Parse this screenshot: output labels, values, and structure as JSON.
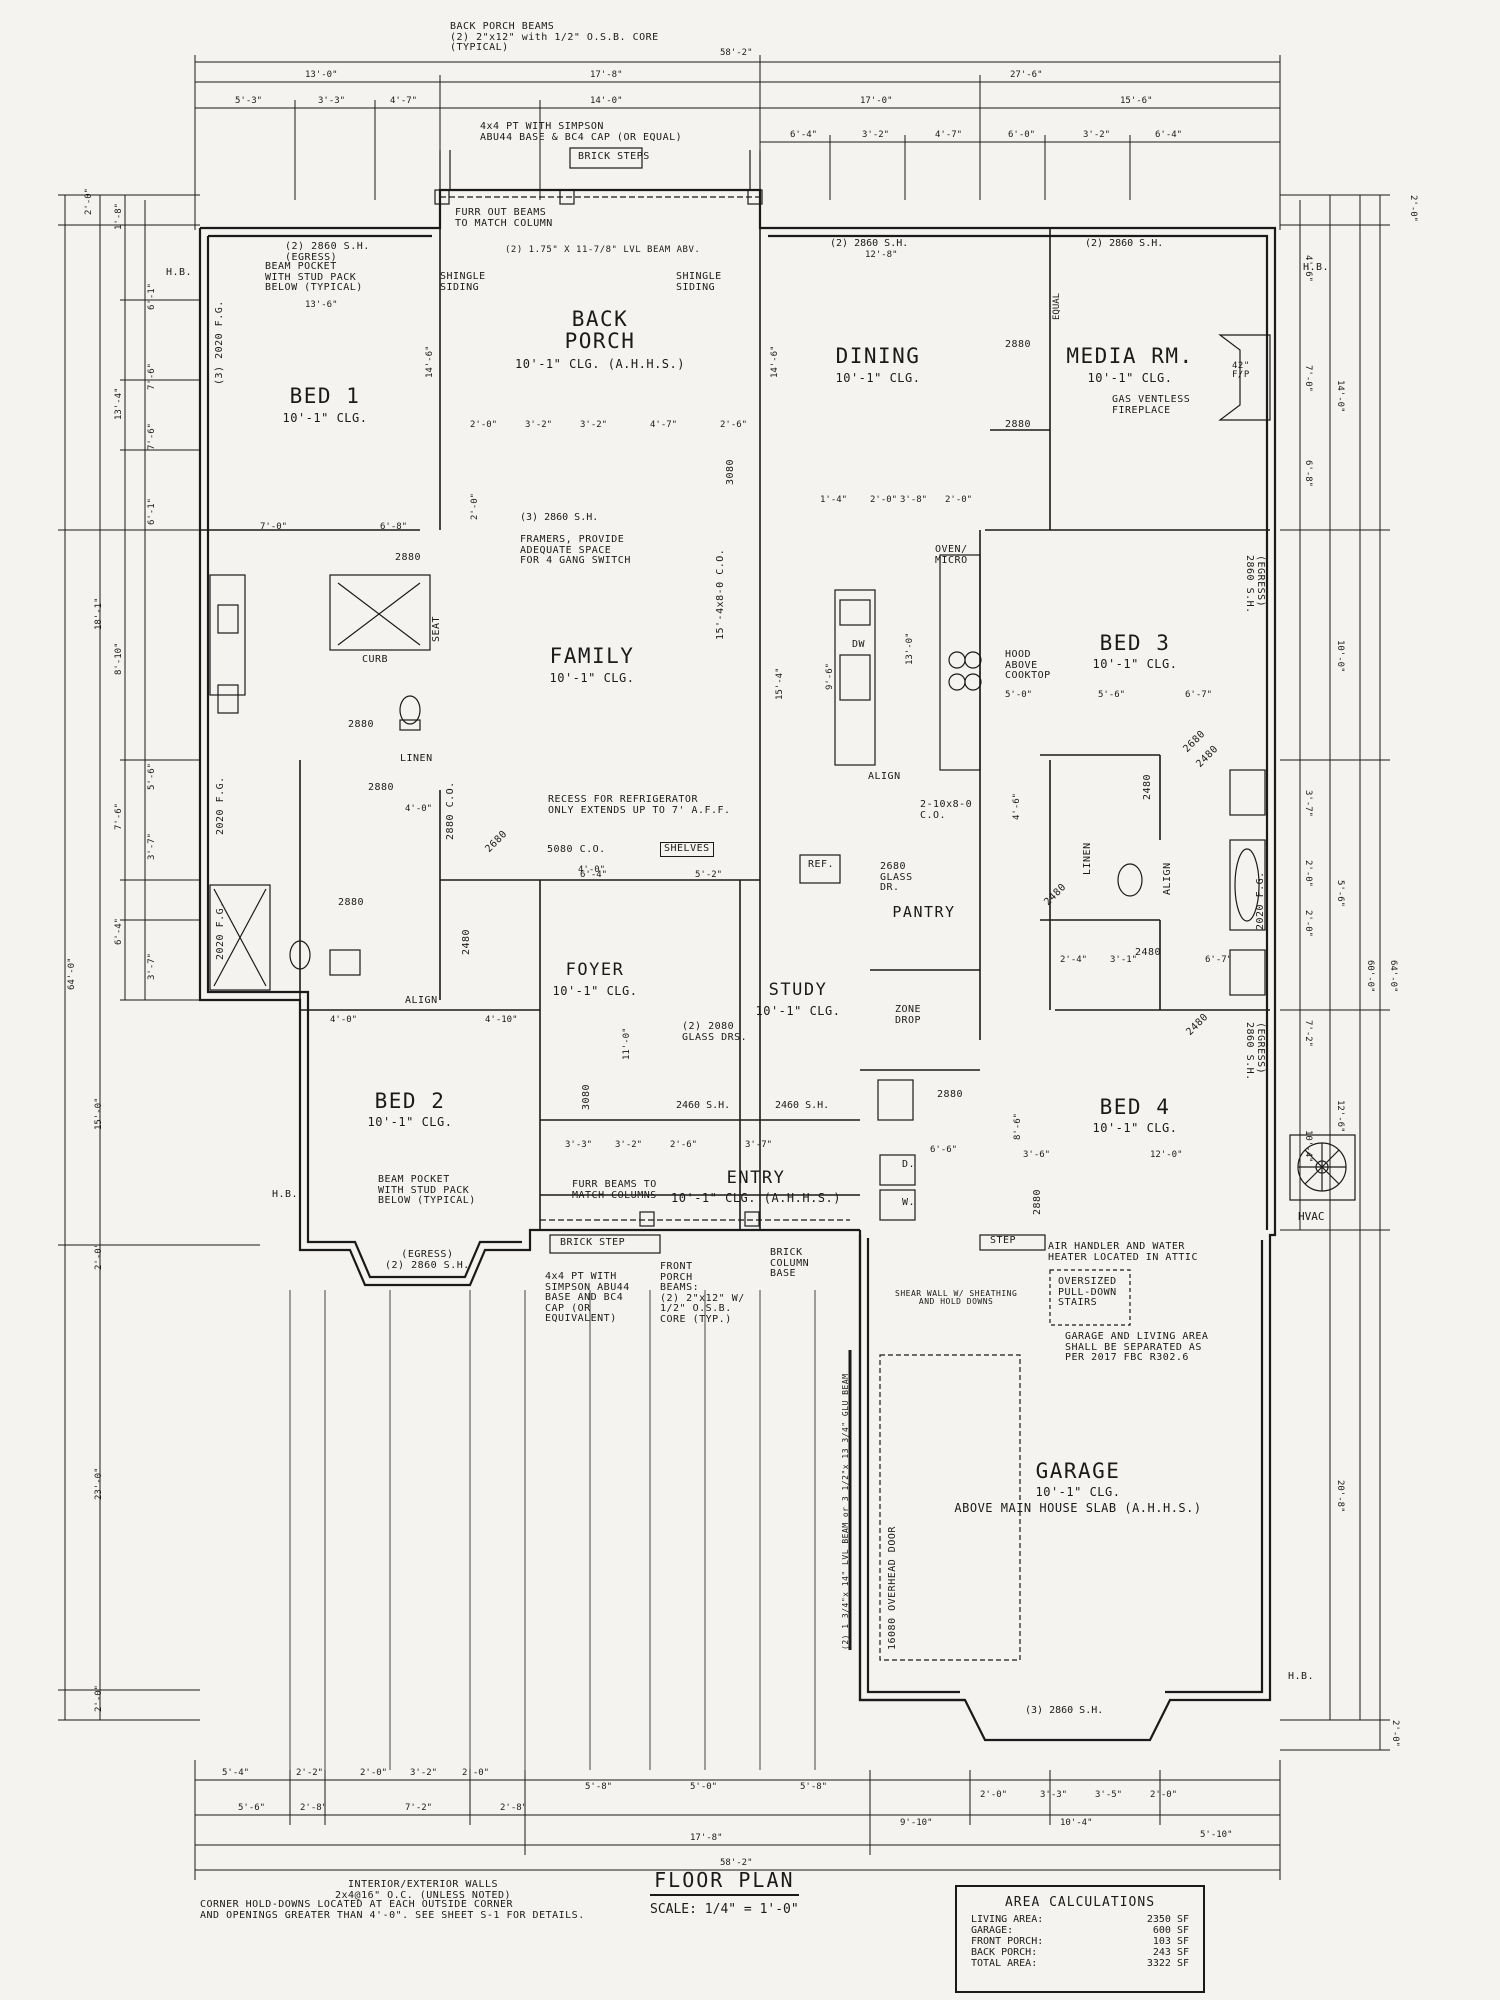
{
  "rooms": {
    "back_porch": {
      "name1": "BACK",
      "name2": "PORCH",
      "sub": "10'-1\" CLG. (A.H.H.S.)"
    },
    "bed1": {
      "name": "BED 1",
      "sub": "10'-1\" CLG."
    },
    "dining": {
      "name": "DINING",
      "sub": "10'-1\" CLG."
    },
    "media": {
      "name": "MEDIA RM.",
      "sub": "10'-1\" CLG."
    },
    "family": {
      "name": "FAMILY",
      "sub": "10'-1\" CLG."
    },
    "bed3": {
      "name": "BED 3",
      "sub": "10'-1\" CLG."
    },
    "foyer": {
      "name": "FOYER",
      "sub": "10'-1\" CLG."
    },
    "study": {
      "name": "STUDY",
      "sub": "10'-1\" CLG."
    },
    "pantry": {
      "name": "PANTRY"
    },
    "bed2": {
      "name": "BED 2",
      "sub": "10'-1\" CLG."
    },
    "entry": {
      "name": "ENTRY",
      "sub": "10'-1\" CLG. (A.H.H.S.)"
    },
    "bed4": {
      "name": "BED 4",
      "sub": "10'-1\" CLG."
    },
    "garage": {
      "name": "GARAGE",
      "sub1": "10'-1\" CLG.",
      "sub2": "ABOVE MAIN HOUSE SLAB (A.H.H.S.)"
    }
  },
  "notes": {
    "back_porch_beams": "BACK PORCH BEAMS\n(2) 2\"x12\" with 1/2\" O.S.B. CORE\n(TYPICAL)",
    "simpson_top": "4x4 PT WITH SIMPSON\nABU44 BASE & BC4 CAP (OR EQUAL)",
    "brick_steps": "BRICK STEPS",
    "furr_out": "FURR OUT BEAMS\nTO MATCH COLUMN",
    "lvl_beam": "(2) 1.75\" X 11-7/8\" LVL BEAM ABV.",
    "shingle_left": "SHINGLE\nSIDING",
    "shingle_right": "SHINGLE\nSIDING",
    "beam_pocket_top": "BEAM POCKET\nWITH STUD PACK\nBELOW (TYPICAL)",
    "egress_bed1": "(2) 2860 S.H.\n(EGRESS)",
    "framers": "FRAMERS, PROVIDE\nADEQUATE SPACE\nFOR 4 GANG SWITCH",
    "gas_fireplace": "GAS VENTLESS\nFIREPLACE",
    "hood": "HOOD\nABOVE\nCOOKTOP",
    "oven": "OVEN/\nMICRO",
    "recess_fridge": "RECESS FOR REFRIGERATOR\nONLY EXTENDS UP TO 7' A.F.F.",
    "shelves": "SHELVES",
    "ref": "REF.",
    "glass_dr": "2680\nGLASS\nDR.",
    "zone_drop": "ZONE\nDROP",
    "glass_drs": "(2) 2080\nGLASS DRS.",
    "beam_pocket_bed2": "BEAM POCKET\nWITH STUD PACK\nBELOW (TYPICAL)",
    "furr_beams": "FURR BEAMS TO\nMATCH COLUMNS",
    "brick_step": "BRICK STEP",
    "simpson_front": "4x4 PT WITH\nSIMPSON ABU44\nBASE AND BC4\nCAP (OR\nEQUIVALENT)",
    "front_porch_beams": "FRONT\nPORCH\nBEAMS:\n(2) 2\"x12\" W/\n1/2\" O.S.B.\nCORE (TYP.)",
    "brick_column": "BRICK\nCOLUMN\nBASE",
    "shear_wall": "SHEAR WALL W/ SHEATHING\nAND HOLD DOWNS",
    "step": "STEP",
    "air_handler": "AIR HANDLER AND WATER\nHEATER LOCATED IN ATTIC",
    "pulldown": "OVERSIZED\nPULL-DOWN\nSTAIRS",
    "separated": "GARAGE AND LIVING AREA\nSHALL BE SEPARATED AS\nPER 2017 FBC R302.6",
    "overhead_door": "16080 OVERHEAD DOOR",
    "garage_beam": "(2) 1 3/4\"x 14\" LVL BEAM or 3 1/2\"x 13 3/4\" GLU BEAM",
    "hvac": "HVAC",
    "egress_bed2": "(EGRESS)\n(2) 2860 S.H.",
    "garage_window": "(3) 2860 S.H.",
    "interior_walls": "INTERIOR/EXTERIOR WALLS\n2x4@16\" O.C. (UNLESS NOTED)",
    "corner_holddowns": "CORNER HOLD-DOWNS LOCATED AT EACH OUTSIDE CORNER\nAND OPENINGS GREATER THAN 4'-0\". SEE SHEET S-1 FOR DETAILS.",
    "curb": "CURB",
    "seat": "SEAT",
    "linen": "LINEN",
    "linen2": "LINEN",
    "align1": "ALIGN",
    "align2": "ALIGN",
    "align3": "ALIGN",
    "dw": "DW",
    "hb1": "H.B.",
    "hb2": "H.B.",
    "hb3": "H.B.",
    "hb4": "H.B.",
    "d": "D.",
    "w": "W."
  },
  "windows": {
    "dining_win": "(2) 2860 S.H.",
    "media_win": "(2) 2860 S.H.",
    "family_win": "(3) 2860 S.H.",
    "bed1_side": "(3) 2020 F.G.",
    "bath_side": "2020 F.G.",
    "bath_side2": "2020 F.G.",
    "bed3_egress": "(EGRESS)\n2860 S.H.",
    "bed4_egress": "(EGRESS)\n2860 S.H.",
    "bath_right": "2020 F.G.",
    "study_win1": "2460 S.H.",
    "study_win2": "2460 S.H."
  },
  "door_tags": [
    "2880",
    "2880",
    "2880",
    "2880",
    "2880",
    "2680",
    "2880",
    "2480",
    "2680",
    "2480",
    "2480",
    "2480",
    "2480",
    "3080",
    "3080",
    "5080 C.O.",
    "2880",
    "2880",
    "2480"
  ],
  "dims": {
    "overall_top": "58'-2\"",
    "seg_top": [
      "13'-0\"",
      "17'-8\"",
      "27'-6\""
    ],
    "seg_top2": [
      "5'-3\"",
      "3'-3\"",
      "4'-7\"",
      "14'-0\"",
      "17'-0\"",
      "15'-6\""
    ],
    "seg_top3": [
      "6'-4\"",
      "3'-2\"",
      "4'-7\"",
      "6'-0\"",
      "3'-2\"",
      "6'-4\""
    ],
    "bottom1": [
      "5'-4\"",
      "2'-2\"",
      "2'-0\"",
      "3'-2\"",
      "2'-0\"",
      "5'-8\"",
      "5'-0\"",
      "5'-8\"",
      "2'-0\"",
      "3'-3\"",
      "3'-5\"",
      "2'-0\""
    ],
    "bottom2": [
      "5'-6\"",
      "2'-8\"",
      "7'-2\"",
      "2'-8\"",
      "9'-10\"",
      "10'-4\"",
      "5'-10\""
    ],
    "bottom3": [
      "17'-8\""
    ],
    "overall_bottom": "58'-2\"",
    "left": [
      "2'-0\"",
      "1'-8\"",
      "6'-1\"",
      "7'-6\"",
      "7'-6\"",
      "6'-1\"",
      "13'-4\"",
      "18'-1\"",
      "8'-10\"",
      "5'-6\"",
      "7'-6\"",
      "3'-7\"",
      "6'-4\"",
      "3'-7\"",
      "64'-0\"",
      "15'-0\"",
      "2'-0\"",
      "23'-0\"",
      "2'-0\""
    ],
    "right": [
      "2'-0\"",
      "4'-6\"",
      "7'-0\"",
      "6'-8\"",
      "14'-0\"",
      "10'-0\"",
      "3'-7\"",
      "2'-0\"",
      "5'-6\"",
      "2'-0\"",
      "7'-2\"",
      "12'-6\"",
      "10'-4\"",
      "20'-8\"",
      "2'-0\"",
      "60'-0\"",
      "64'-0\""
    ],
    "interior": [
      "13'-6\"",
      "12'-8\"",
      "14'-6\"",
      "14'-6\"",
      "2'-0\"",
      "7'-0\"",
      "6'-8\"",
      "2'-0\"",
      "3'-2\"",
      "3'-2\"",
      "4'-7\"",
      "2'-6\"",
      "1'-4\"",
      "2'-0\"",
      "3'-8\"",
      "2'-0\"",
      "4'-0\"",
      "4'-0\"",
      "4'-10\"",
      "4'-0\"",
      "2'-6\"",
      "5'-3\"",
      "5'-0\"",
      "3'-6\"",
      "5'-6\"",
      "6'-7\"",
      "12'-0\"",
      "3'-3\"",
      "3'-2\"",
      "2'-6\"",
      "3'-7\"",
      "6'-6\"",
      "3'-6\"",
      "9'-6\"",
      "13'-0\"",
      "15'-4\"",
      "6'-4\"",
      "5'-2\"",
      "2'-6\"",
      "11'-0\"",
      "5'-6\"",
      "4'-10\"",
      "2'-4\"",
      "3'-1\"",
      "6'-7\"",
      "6'-6\"",
      "8'-6\"",
      "4'-6\""
    ],
    "co_left": "2880 C.O.",
    "co_family": "15'-4x8-0 C.O.",
    "co_pantry": "2-10x8-0\nC.O.",
    "fireplace": "42\"\nF/P",
    "equal": "EQUAL"
  },
  "title": {
    "main": "FLOOR PLAN",
    "scale": "SCALE: 1/4\" = 1'-0\""
  },
  "area_calc": {
    "heading": "AREA CALCULATIONS",
    "rows": [
      {
        "label": "LIVING AREA:",
        "value": "2350 SF"
      },
      {
        "label": "GARAGE:",
        "value": "600 SF"
      },
      {
        "label": "FRONT PORCH:",
        "value": "103 SF"
      },
      {
        "label": "BACK PORCH:",
        "value": "243 SF"
      },
      {
        "label": "TOTAL AREA:",
        "value": "3322 SF"
      }
    ]
  },
  "colors": {
    "ink": "#1a1a1a",
    "paper": "#f4f3ef"
  }
}
